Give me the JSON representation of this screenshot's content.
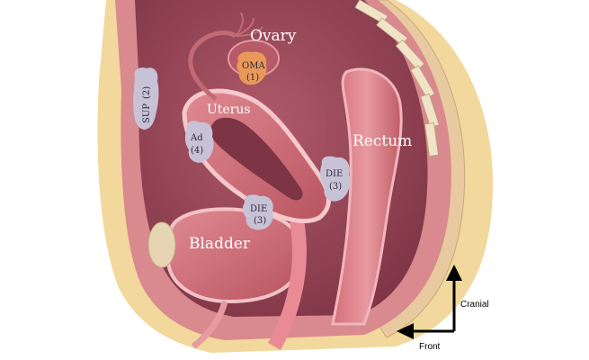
{
  "labels": {
    "ovary": "Ovary",
    "uterus": "Uterus",
    "rectum": "Rectum",
    "bladder": "Bladder"
  },
  "lesions": {
    "oma": {
      "name": "OMA",
      "num": "(1)"
    },
    "sup": {
      "name": "SUP",
      "num": "(2)"
    },
    "ad": {
      "name": "Ad",
      "num": "(4)"
    },
    "die_rectum": {
      "name": "DIE",
      "num": "(3)"
    },
    "die_bladder": {
      "name": "DIE",
      "num": "(3)"
    }
  },
  "orientation": {
    "cranial": "Cranial",
    "front": "Front"
  },
  "colors": {
    "cavity": "#9e4a5a",
    "skin": "#f2d89c",
    "muscle": "#d97a82",
    "organ": "#c4626e",
    "lesion": "#c8c2d6",
    "oma": "#e8995a"
  }
}
